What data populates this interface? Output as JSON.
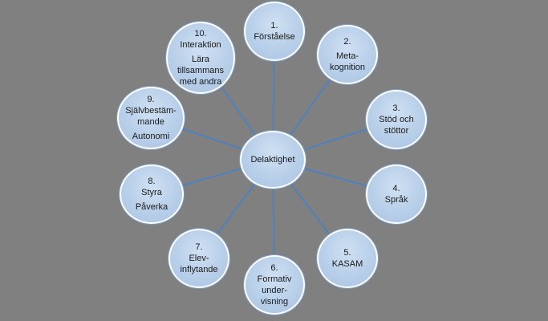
{
  "center": {
    "label": "Delaktighet"
  },
  "nodes": [
    {
      "id": "n1",
      "lines": [
        "1.",
        "Förståelse"
      ]
    },
    {
      "id": "n2",
      "lines": [
        "2.",
        "Meta-",
        "kognition"
      ]
    },
    {
      "id": "n3",
      "lines": [
        "3.",
        "Stöd och",
        "stöttor"
      ]
    },
    {
      "id": "n4",
      "lines": [
        "4.",
        "Språk"
      ]
    },
    {
      "id": "n5",
      "lines": [
        "5.",
        "KASAM"
      ]
    },
    {
      "id": "n6",
      "lines": [
        "6.",
        "Formativ",
        "under-",
        "visning"
      ]
    },
    {
      "id": "n7",
      "lines": [
        "7.",
        "Elev-",
        "inflytande"
      ]
    },
    {
      "id": "n8",
      "lines": [
        "8.",
        "Styra",
        "Påverka"
      ]
    },
    {
      "id": "n9",
      "lines": [
        "9.",
        "Självbestäm-",
        "mande",
        "Autonomi"
      ]
    },
    {
      "id": "n10",
      "lines": [
        "10.",
        "Interaktion",
        "Lära",
        "tillsammans",
        "med andra"
      ]
    }
  ],
  "colors": {
    "background": "#808080",
    "node_fill": "#b8cfe9",
    "node_border": "#ffffff",
    "connector": "#4f81bd"
  }
}
